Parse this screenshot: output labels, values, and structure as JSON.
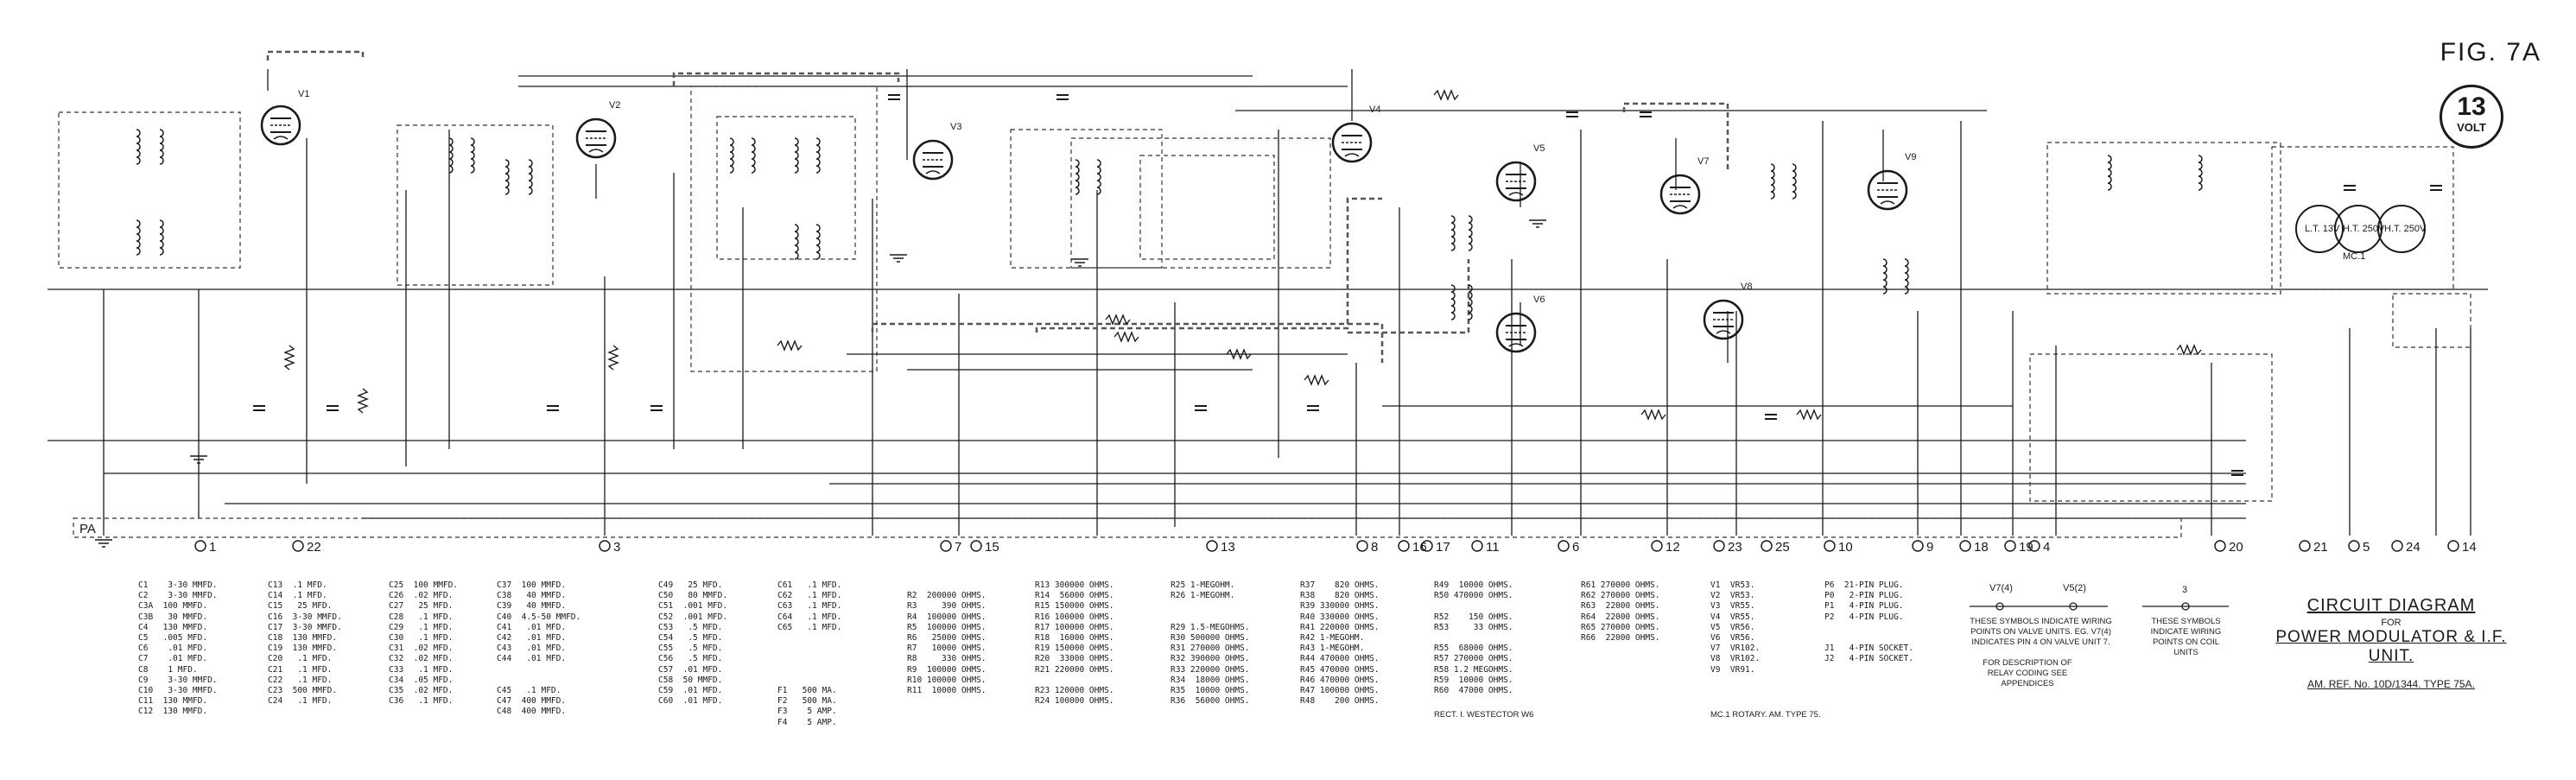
{
  "figure": {
    "label": "FIG. 7A"
  },
  "volt_badge": {
    "number": "13",
    "unit": "VOLT"
  },
  "title_block": {
    "line1": "CIRCUIT DIAGRAM",
    "line2": "FOR",
    "line3": "POWER MODULATOR & I.F. UNIT.",
    "line4": "AM. REF. No. 10D/1344.  TYPE 75A."
  },
  "terminals": [
    {
      "id": "PA",
      "label": "PA"
    },
    {
      "id": "1",
      "label": "1"
    },
    {
      "id": "22",
      "label": "22"
    },
    {
      "id": "3",
      "label": "3"
    },
    {
      "id": "7",
      "label": "7"
    },
    {
      "id": "15",
      "label": "15"
    },
    {
      "id": "13",
      "label": "13"
    },
    {
      "id": "8",
      "label": "8"
    },
    {
      "id": "16",
      "label": "16"
    },
    {
      "id": "17",
      "label": "17"
    },
    {
      "id": "11",
      "label": "11"
    },
    {
      "id": "6",
      "label": "6"
    },
    {
      "id": "12",
      "label": "12"
    },
    {
      "id": "23",
      "label": "23"
    },
    {
      "id": "25",
      "label": "25"
    },
    {
      "id": "10",
      "label": "10"
    },
    {
      "id": "9",
      "label": "9"
    },
    {
      "id": "18",
      "label": "18"
    },
    {
      "id": "19",
      "label": "19"
    },
    {
      "id": "4",
      "label": "4"
    },
    {
      "id": "20",
      "label": "20"
    },
    {
      "id": "21",
      "label": "21"
    },
    {
      "id": "5",
      "label": "5"
    },
    {
      "id": "24",
      "label": "24"
    },
    {
      "id": "14",
      "label": "14"
    }
  ],
  "valves": [
    {
      "id": "V1",
      "label": "V1"
    },
    {
      "id": "V2",
      "label": "V2"
    },
    {
      "id": "V3",
      "label": "V3"
    },
    {
      "id": "V4",
      "label": "V4"
    },
    {
      "id": "V5",
      "label": "V5"
    },
    {
      "id": "V6",
      "label": "V6"
    },
    {
      "id": "V7",
      "label": "V7"
    },
    {
      "id": "V8",
      "label": "V8"
    },
    {
      "id": "V9",
      "label": "V9"
    }
  ],
  "motor_labels": [
    {
      "id": "lt",
      "label": "L.T. 13V"
    },
    {
      "id": "ht1",
      "label": "H.T. 250V"
    },
    {
      "id": "ht2",
      "label": "H.T. 250V"
    },
    {
      "id": "mc",
      "label": "MC.1"
    }
  ],
  "legend_columns": [
    [
      "C1    3-30 MMFD.",
      "C2    3-30 MMFD.",
      "C3A  100 MMFD.",
      "C3B   30 MMFD.",
      "C4   130 MMFD.",
      "C5   .005 MFD.",
      "C6    .01 MFD.",
      "C7    .01 MFD.",
      "C8    1 MFD.",
      "C9    3-30 MMFD.",
      "C10   3-30 MMFD.",
      "C11  130 MMFD.",
      "C12  130 MMFD."
    ],
    [
      "C13  .1 MFD.",
      "C14  .1 MFD.",
      "C15   25 MFD.",
      "C16  3-30 MMFD.",
      "C17  3-30 MMFD.",
      "C18  130 MMFD.",
      "C19  130 MMFD.",
      "C20   .1 MFD.",
      "C21   .1 MFD.",
      "C22   .1 MFD.",
      "C23  500 MMFD.",
      "C24   .1 MFD."
    ],
    [
      "C25  100 MMFD.",
      "C26  .02 MFD.",
      "C27   25 MFD.",
      "C28   .1 MFD.",
      "C29   .1 MFD.",
      "C30   .1 MFD.",
      "C31  .02 MFD.",
      "C32  .02 MFD.",
      "C33   .1 MFD.",
      "C34  .05 MFD.",
      "C35  .02 MFD.",
      "C36   .1 MFD."
    ],
    [
      "C37  100 MMFD.",
      "C38   40 MMFD.",
      "C39   40 MMFD.",
      "C40  4.5-50 MMFD.",
      "C41   .01 MFD.",
      "C42   .01 MFD.",
      "C43   .01 MFD.",
      "C44   .01 MFD.",
      "",
      "",
      "C45   .1 MFD.",
      "C47  400 MMFD.",
      "C48  400 MMFD."
    ],
    [
      "C49   25 MFD.",
      "C50   80 MMFD.",
      "C51  .001 MFD.",
      "C52  .001 MFD.",
      "C53   .5 MFD.",
      "C54   .5 MFD.",
      "C55   .5 MFD.",
      "C56   .5 MFD.",
      "C57  .01 MFD.",
      "C58  50 MMFD.",
      "C59  .01 MFD.",
      "C60  .01 MFD."
    ],
    [
      "C61   .1 MFD.",
      "C62   .1 MFD.",
      "C63   .1 MFD.",
      "C64   .1 MFD.",
      "C65   .1 MFD.",
      "",
      "",
      "",
      "",
      "",
      "F1   500 MA.",
      "F2   500 MA.",
      "F3    5 AMP.",
      "F4    5 AMP."
    ],
    [
      "",
      "R2  200000 OHMS.",
      "R3     390 OHMS.",
      "R4  100000 OHMS.",
      "R5  100000 OHMS.",
      "R6   25000 OHMS.",
      "R7   10000 OHMS.",
      "R8     330 OHMS.",
      "R9  100000 OHMS.",
      "R10 100000 OHMS.",
      "R11  10000 OHMS."
    ],
    [
      "R13 300000 OHMS.",
      "R14  56000 OHMS.",
      "R15 150000 OHMS.",
      "R16 100000 OHMS.",
      "R17 100000 OHMS.",
      "R18  16000 OHMS.",
      "R19 150000 OHMS.",
      "R20  33000 OHMS.",
      "R21 220000 OHMS.",
      "",
      "R23 120000 OHMS.",
      "R24 100000 OHMS."
    ],
    [
      "R25 1-MEGOHM.",
      "R26 1-MEGOHM.",
      "",
      "",
      "R29 1.5-MEGOHMS.",
      "R30 500000 OHMS.",
      "R31 270000 OHMS.",
      "R32 390000 OHMS.",
      "R33 220000 OHMS.",
      "R34  18000 OHMS.",
      "R35  10000 OHMS.",
      "R36  56000 OHMS."
    ],
    [
      "R37    820 OHMS.",
      "R38    820 OHMS.",
      "R39 330000 OHMS.",
      "R40 330000 OHMS.",
      "R41 220000 OHMS.",
      "R42 1-MEGOHM.",
      "R43 1-MEGOHM.",
      "R44 470000 OHMS.",
      "R45 470000 OHMS.",
      "R46 470000 OHMS.",
      "R47 100000 OHMS.",
      "R48    200 OHMS."
    ],
    [
      "R49  10000 OHMS.",
      "R50 470000 OHMS.",
      "",
      "R52    150 OHMS.",
      "R53     33 OHMS.",
      "",
      "R55  68000 OHMS.",
      "R57 270000 OHMS.",
      "R58 1.2 MEGOHMS.",
      "R59  10000 OHMS.",
      "R60  47000 OHMS."
    ],
    [
      "R61 270000 OHMS.",
      "R62 270000 OHMS.",
      "R63  22000 OHMS.",
      "R64  22000 OHMS.",
      "R65 270000 OHMS.",
      "R66  22000 OHMS."
    ],
    [
      "V1  VR53.",
      "V2  VR53.",
      "V3  VR55.",
      "V4  VR55.",
      "V5  VR56.",
      "V6  VR56.",
      "V7  VR102.",
      "V8  VR102.",
      "V9  VR91."
    ],
    [
      "P6  21-PIN PLUG.",
      "P0   2-PIN PLUG.",
      "P1   4-PIN PLUG.",
      "P2   4-PIN PLUG.",
      "",
      "",
      "J1   4-PIN SOCKET.",
      "J2   4-PIN SOCKET."
    ]
  ],
  "rect_note": "RECT. I. WESTECTOR  W6",
  "rotary_note": "MC.1 ROTARY. AM. TYPE 75.",
  "symbol_note_valve": {
    "tag_a": "V7(4)",
    "tag_b": "V5(2)",
    "text": "THESE SYMBOLS INDICATE WIRING POINTS ON VALVE UNITS. EG. V7(4) INDICATES PIN 4 ON VALVE UNIT 7."
  },
  "symbol_note_coil": {
    "tag": "3",
    "text": "THESE SYMBOLS INDICATE WIRING POINTS ON COIL UNITS"
  },
  "relay_note": "FOR DESCRIPTION OF RELAY CODING SEE APPENDICES",
  "colors": {
    "ink": "#1a1a1a",
    "paper": "#ffffff",
    "screen_dash": "#555555"
  }
}
